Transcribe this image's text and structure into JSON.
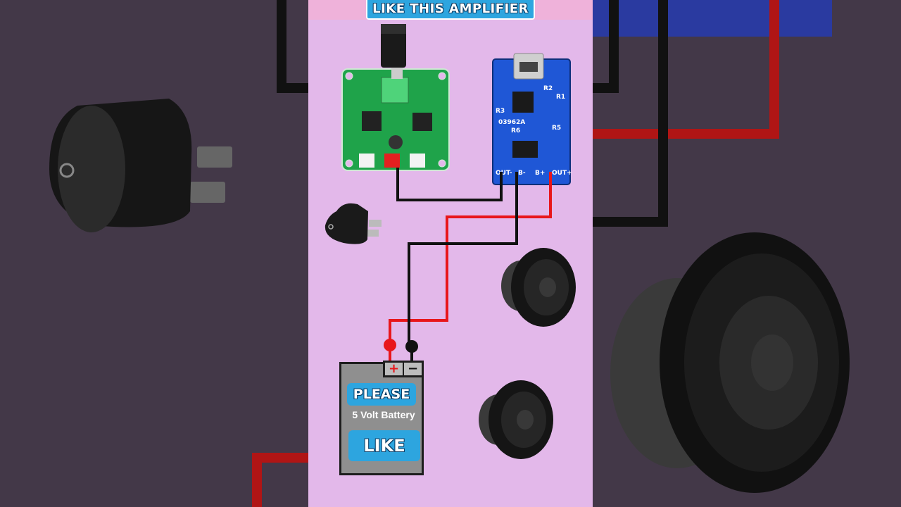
{
  "banner": {
    "text": "LIKE THIS AMPLIFIER"
  },
  "battery": {
    "plus": "+",
    "minus": "−",
    "please_label": "PLEASE",
    "voltage_label": "5 Volt Battery",
    "like_label": "LIKE"
  },
  "charger_module": {
    "pins": {
      "out_minus": "OUT-",
      "b_minus": "B-",
      "b_plus": "B+",
      "out_plus": "OUT+"
    },
    "parts": {
      "r1": "R1",
      "r2": "R2",
      "r3": "R3",
      "r5": "R5",
      "r6": "R6",
      "model": "03962A"
    }
  },
  "colors": {
    "panel": "#e3b8ea",
    "banner": "#2da5df",
    "wire_red": "#e8161b",
    "wire_black": "#111111",
    "pcb_green": "#1fa34a",
    "pcb_blue": "#1f57d6"
  }
}
